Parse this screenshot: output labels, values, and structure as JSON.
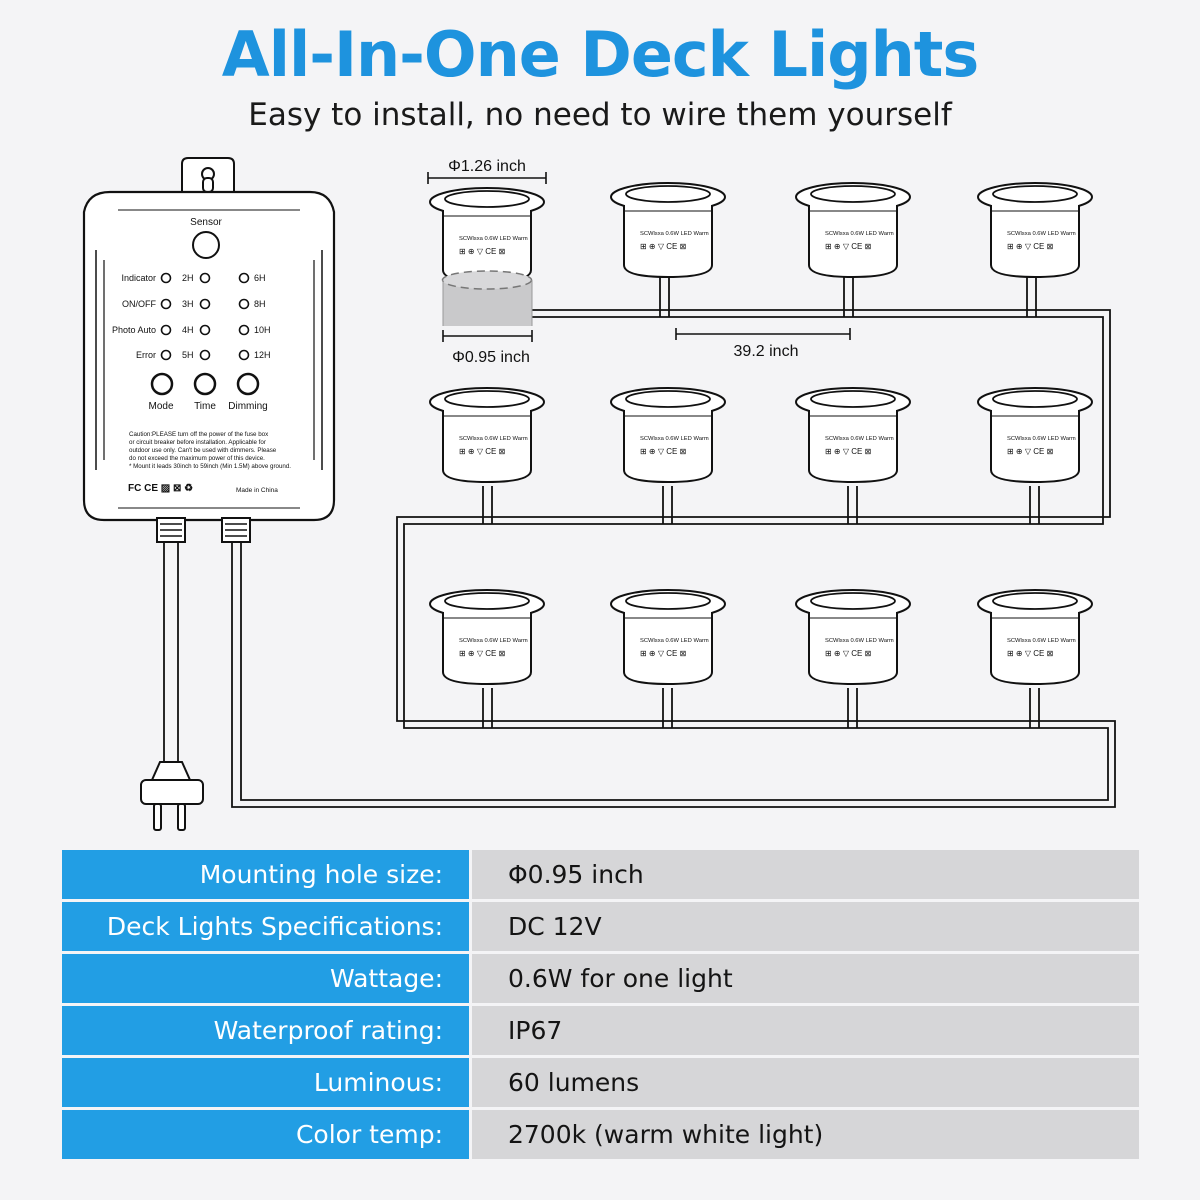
{
  "title": "All-In-One Deck Lights",
  "subtitle": "Easy to install, no need to wire them yourself",
  "dimensions": {
    "top_diameter": "Φ1.26 inch",
    "hole_diameter": "Φ0.95 inch",
    "spacing": "39.2 inch"
  },
  "controller": {
    "sensor_label": "Sensor",
    "status_labels": [
      "Indicator",
      "ON/OFF",
      "Photo Auto",
      "Error"
    ],
    "timer_left": [
      "2H",
      "3H",
      "4H",
      "5H"
    ],
    "timer_right": [
      "6H",
      "8H",
      "10H",
      "12H"
    ],
    "buttons": [
      "Mode",
      "Time",
      "Dimming"
    ],
    "caution_lines": [
      "Caution:PLEASE turn off the power of the fuse box",
      "or circuit breaker before installation. Applicable for",
      "outdoor use only. Can't be used with dimmers. Please",
      "do not exceed the maximum power of this device.",
      "* Mount it leads 30inch to 59inch (Min 1.5M) above ground."
    ],
    "cert_marks": "FC CE ▨ ⊠ ♻",
    "made_in": "Made in China"
  },
  "light_label": "SCWlsxa 0.6W LED Warm",
  "specs": [
    {
      "label": "Mounting hole size:",
      "value": "Φ0.95 inch"
    },
    {
      "label": "Deck Lights Specifications:",
      "value": "DC 12V"
    },
    {
      "label": "Wattage:",
      "value": "0.6W for one light"
    },
    {
      "label": "Waterproof rating:",
      "value": "IP67"
    },
    {
      "label": "Luminous:",
      "value": "60 lumens"
    },
    {
      "label": "Color temp:",
      "value": "2700k (warm white light)"
    }
  ],
  "colors": {
    "title": "#1e93de",
    "spec_label_bg": "#229ee4",
    "spec_value_bg": "#d6d6d8"
  }
}
